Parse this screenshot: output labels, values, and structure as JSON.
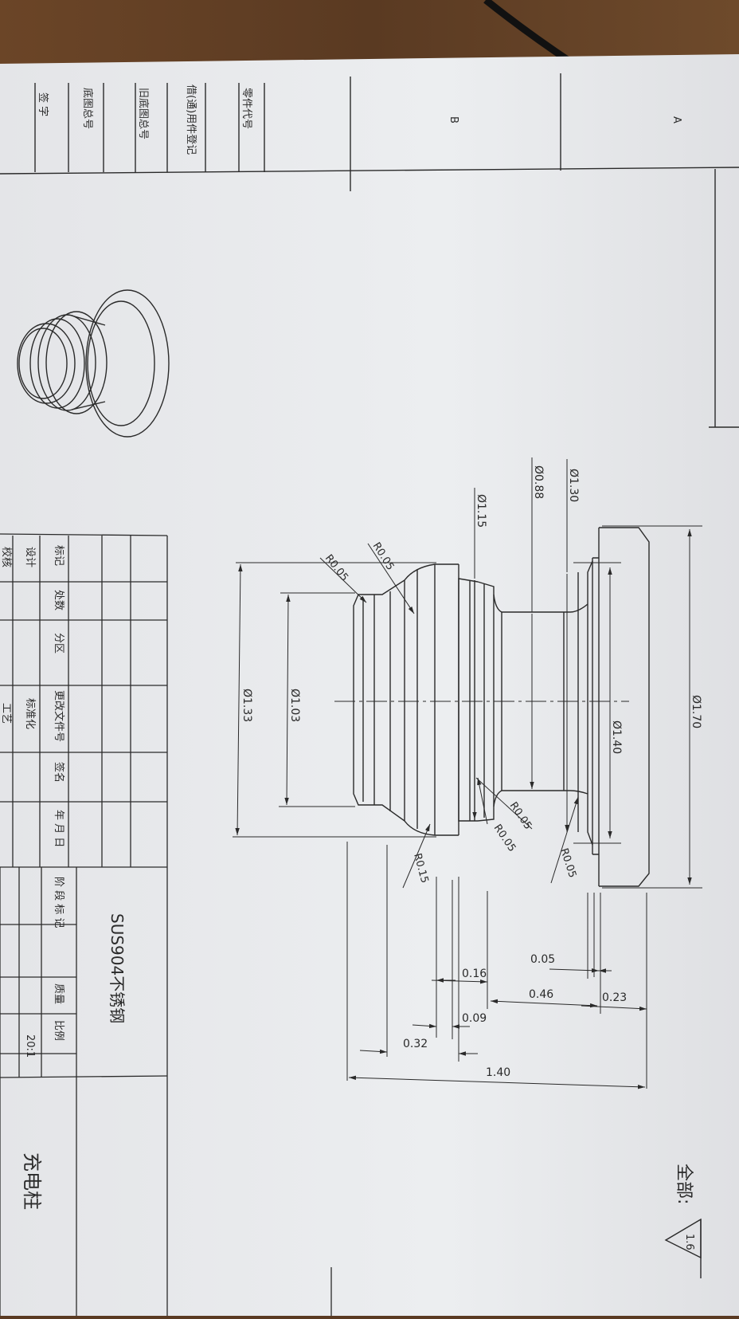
{
  "zones": {
    "a": "A",
    "b": "B"
  },
  "left_strip": {
    "fields": [
      "零件代号",
      "借(通)用件登记",
      "旧底图总号",
      "底图总号",
      "签 字"
    ]
  },
  "revision_table": {
    "headers": [
      "标记",
      "处数",
      "分区",
      "更改文件号",
      "签名",
      "年 月 日"
    ],
    "rows": [
      [
        "设计",
        "",
        "",
        "标准化",
        "",
        ""
      ],
      [
        "校核",
        "",
        "",
        "工艺",
        "",
        ""
      ]
    ]
  },
  "title_block": {
    "material": "SUS904不锈钢",
    "stage_label": "阶 段 标 记",
    "weight_label": "质量",
    "scale_label": "比例",
    "scale_value": "20:1",
    "part_name": "充电柱"
  },
  "surface_finish": {
    "label": "全部:",
    "value": "1.6"
  },
  "dimensions": {
    "dia_170": "Ø1.70",
    "dia_140": "Ø1.40",
    "dia_130": "Ø1.30",
    "dia_088": "Ø0.88",
    "dia_115": "Ø1.15",
    "dia_133": "Ø1.33",
    "dia_103": "Ø1.03",
    "r_005_a": "R0.05",
    "r_005_b": "R0.05",
    "r_005_c": "R0.05",
    "r_005_d": "R0.05",
    "r_005_e": "R0.05",
    "r_015": "R0.15",
    "len_005": "0.05",
    "len_046": "0.46",
    "len_023": "0.23",
    "len_016": "0.16",
    "len_009": "0.09",
    "len_032": "0.32",
    "len_140": "1.40"
  },
  "colors": {
    "paper": "#e9eaec",
    "ink": "#2a2a2a",
    "wood": "#5a3a22"
  }
}
